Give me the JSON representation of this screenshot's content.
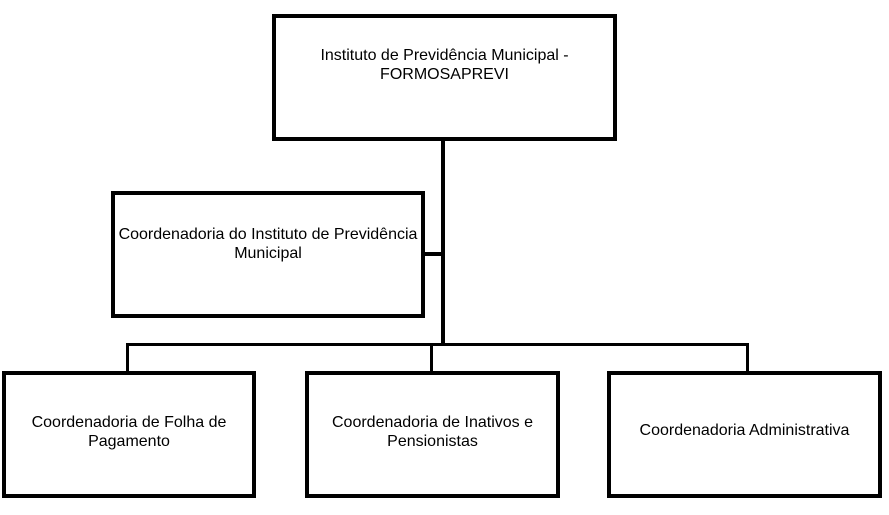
{
  "org_chart": {
    "type": "organizational-chart",
    "background_color": "#ffffff",
    "line_color": "#000000",
    "box_border_color": "#000000",
    "box_fill_color": "#ffffff",
    "text_color": "#000000",
    "root": {
      "label": "Instituto de Previdência Municipal - FORMOSAPREVI"
    },
    "staff_node": {
      "label": "Coordenadoria do Instituto de Previdência Municipal"
    },
    "children": [
      {
        "label": "Coordenadoria de Folha de Pagamento"
      },
      {
        "label": "Coordenadoria de Inativos e Pensionistas"
      },
      {
        "label": "Coordenadoria Administrativa"
      }
    ]
  }
}
